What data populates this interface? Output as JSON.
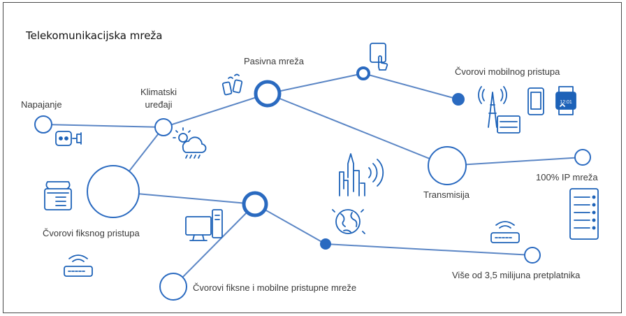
{
  "title": "Telekomunikacijska mreža",
  "colors": {
    "line": "#5b86c5",
    "node": "#2a6ac0",
    "icon": "#1d62b8",
    "text": "#3a3a3a",
    "border": "#4a4a4a"
  },
  "labels": {
    "napajanje": "Napajanje",
    "klimatski_1": "Klimatski",
    "klimatski_2": "uređaji",
    "pasivna": "Pasivna mreža",
    "mobilni": "Čvorovi mobilnog pristupa",
    "ip": "100% IP mreža",
    "transmisija": "Transmisija",
    "fiksni": "Čvorovi fiksnog pristupa",
    "fiksni_mobilni": "Čvorovi fiksne i mobilne pristupne mreže",
    "pretplatnici": "Više od 3,5 milijuna pretplatnika"
  },
  "clock_text": "12:01",
  "icons": [
    "power-plug-icon",
    "weather-icon",
    "phones-icon",
    "tablet-touch-icon",
    "antenna-tower-icon",
    "smartphone-icon",
    "smartwatch-icon",
    "city-wifi-icon",
    "server-rack-icon",
    "desk-phone-icon",
    "computer-icon",
    "router-icon",
    "globe-icon"
  ]
}
